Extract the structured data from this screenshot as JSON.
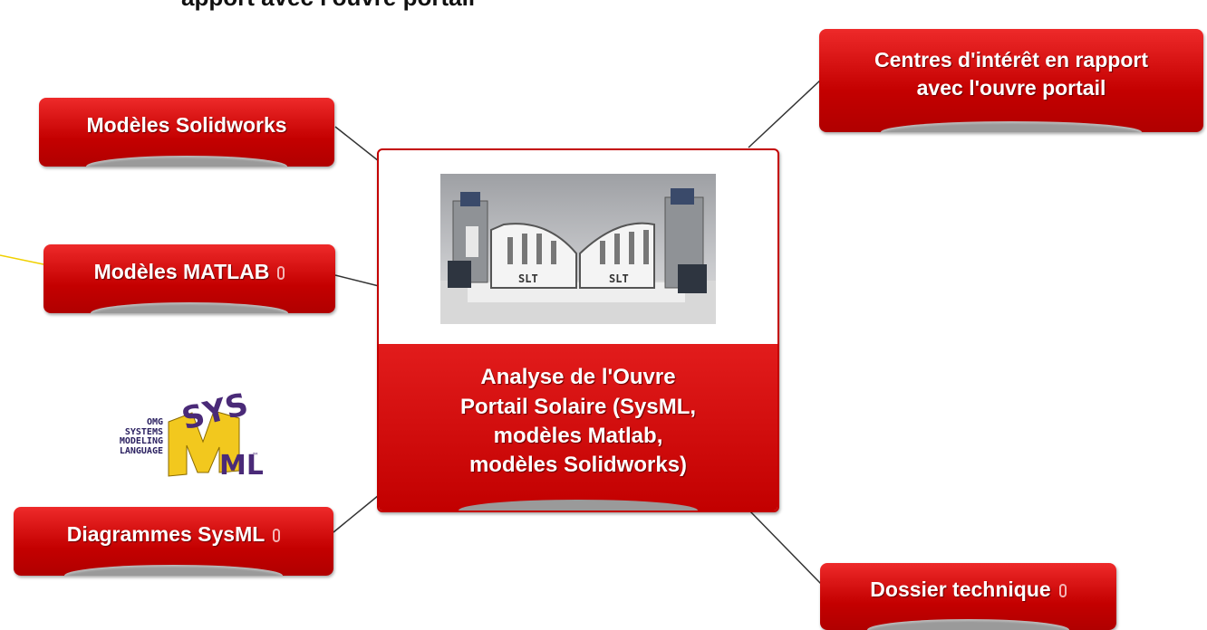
{
  "top_partial_text": "apport avec l'ouvre portail",
  "central_topic": {
    "lines": [
      "Analyse de l'Ouvre",
      "Portail Solaire (SysML,",
      "modèles Matlab,",
      "modèles Solidworks)"
    ],
    "image_icon": "solar-gate-model-photo",
    "plate_left": "SLT",
    "plate_right": "SLT"
  },
  "branches": {
    "solidworks": {
      "label": "Modèles Solidworks"
    },
    "matlab": {
      "label": "Modèles MATLAB",
      "icon": "attachment-icon"
    },
    "sysml": {
      "label": "Diagrammes SysML",
      "icon": "attachment-icon"
    },
    "centres": {
      "lines": [
        "Centres d'intérêt en rapport",
        "avec l'ouvre portail"
      ]
    },
    "dossier": {
      "label": "Dossier technique",
      "icon": "attachment-icon"
    }
  },
  "sysml_logo": {
    "omg_lines": [
      "OMG",
      "SYSTEMS",
      "MODELING",
      "LANGUAGE"
    ],
    "letters": [
      "SYS",
      "ML"
    ],
    "tm": "™"
  },
  "colors": {
    "node_red": "#c40000",
    "node_red_light": "#ee2a2a",
    "connector": "#333333",
    "offscreen_connector": "#f0d000",
    "logo_yellow": "#f2c81e",
    "logo_purple": "#4a2a78"
  }
}
